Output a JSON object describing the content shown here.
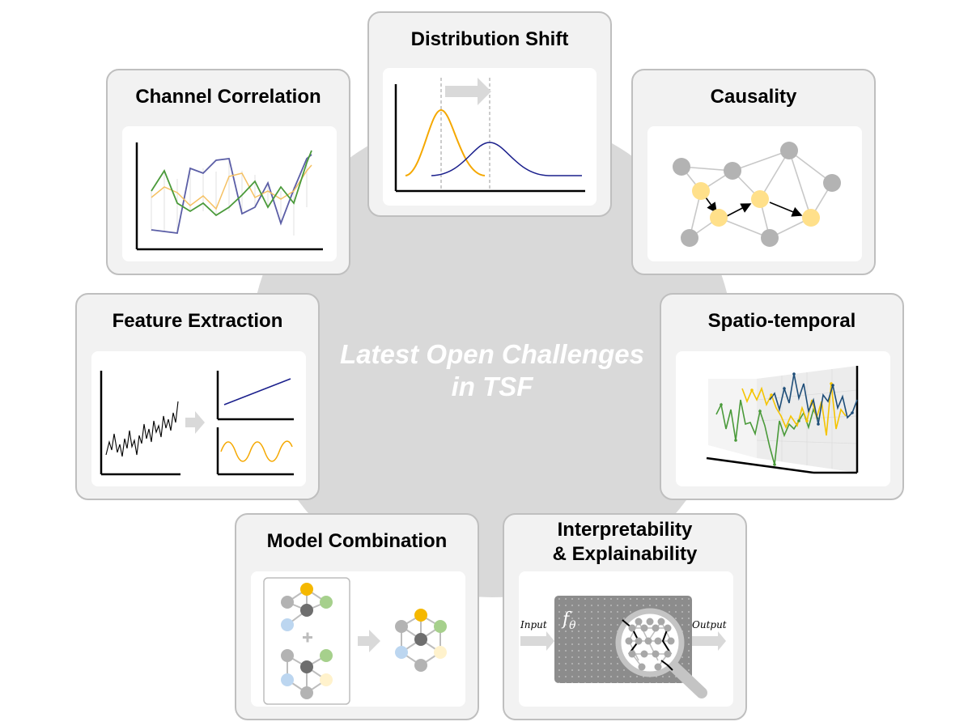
{
  "diagram": {
    "center_title_line1": "Latest Open Challenges",
    "center_title_line2": "in TSF",
    "cards": {
      "distribution_shift": {
        "title": "Distribution Shift"
      },
      "channel_correlation": {
        "title": "Channel Correlation"
      },
      "causality": {
        "title": "Causality"
      },
      "feature_extraction": {
        "title": "Feature Extraction"
      },
      "spatio_temporal": {
        "title": "Spatio-temporal"
      },
      "model_combination": {
        "title": "Model Combination"
      },
      "interpretability": {
        "title_line1": "Interpretability",
        "title_line2": "& Explainability",
        "input_label": "Input",
        "output_label": "Output",
        "model_label": "f",
        "model_subscript": "θ"
      }
    },
    "colors": {
      "ring": "#d9d9d9",
      "card_bg": "#f2f2f2",
      "card_border": "#bfbfbf",
      "orange": "#f5a800",
      "navy": "#1a1f8c",
      "green": "#4a9a3a",
      "purple": "#5b5ea6",
      "yellow_node": "#ffe08a",
      "gray_node": "#b3b3b3",
      "dark_node": "#6e6e6e",
      "light_blue": "#bcd6f0",
      "light_green": "#a6d08c",
      "light_yellow": "#fff2cc"
    }
  }
}
